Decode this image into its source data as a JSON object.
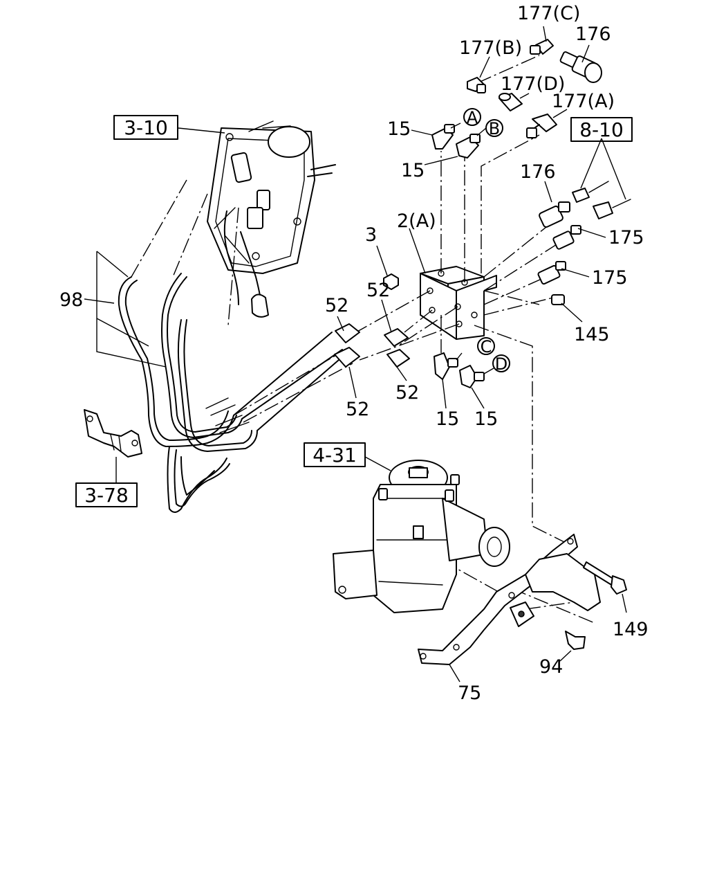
{
  "callouts": {
    "p177c": "177(C)",
    "p176_top": "176",
    "p177b": "177(B)",
    "p177d": "177(D)",
    "p177a": "177(A)",
    "p15_a": "15",
    "p15_b": "15",
    "circle_a": "A",
    "circle_b": "B",
    "circle_c": "C",
    "circle_d": "D",
    "ref_3_10": "3-10",
    "ref_8_10": "8-10",
    "ref_4_31": "4-31",
    "ref_3_78": "3-78",
    "p176_mid": "176",
    "p175_a": "175",
    "p175_b": "175",
    "p145": "145",
    "p3": "3",
    "p2a": "2(A)",
    "p98": "98",
    "p52_a": "52",
    "p52_b": "52",
    "p52_c": "52",
    "p52_d": "52",
    "p15_c": "15",
    "p15_d": "15",
    "p149": "149",
    "p94": "94",
    "p75": "75"
  }
}
